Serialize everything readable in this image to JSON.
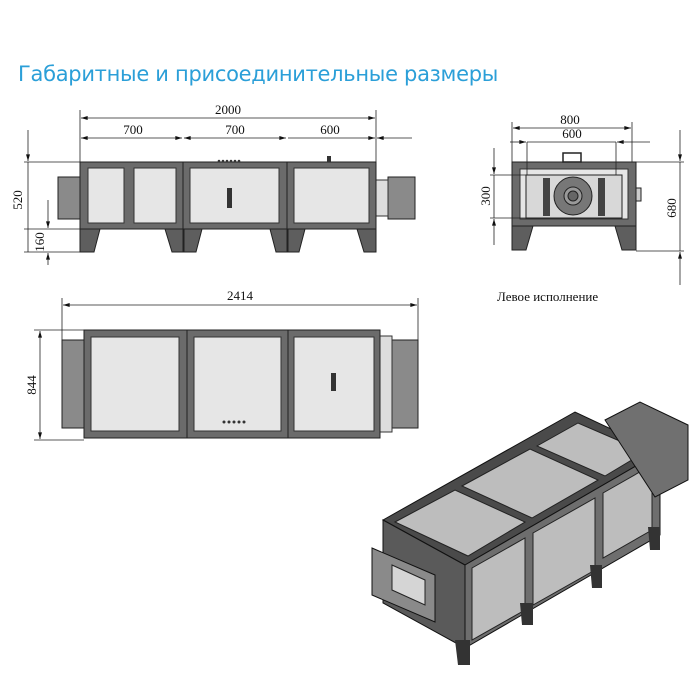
{
  "title": "Габаритные и присоединительные размеры",
  "front_view": {
    "overall": "2000",
    "sections": [
      "700",
      "700",
      "600"
    ],
    "height": "520",
    "leg_height": "160"
  },
  "side_view": {
    "outer_width": "800",
    "inner_width": "600",
    "opening_height": "300",
    "height": "680",
    "caption": "Левое исполнение"
  },
  "top_view": {
    "overall": "2414",
    "depth": "844"
  },
  "colors": {
    "title": "#2b9fd8",
    "frame": "#6b6b6b",
    "panel": "#e6e6e6"
  }
}
